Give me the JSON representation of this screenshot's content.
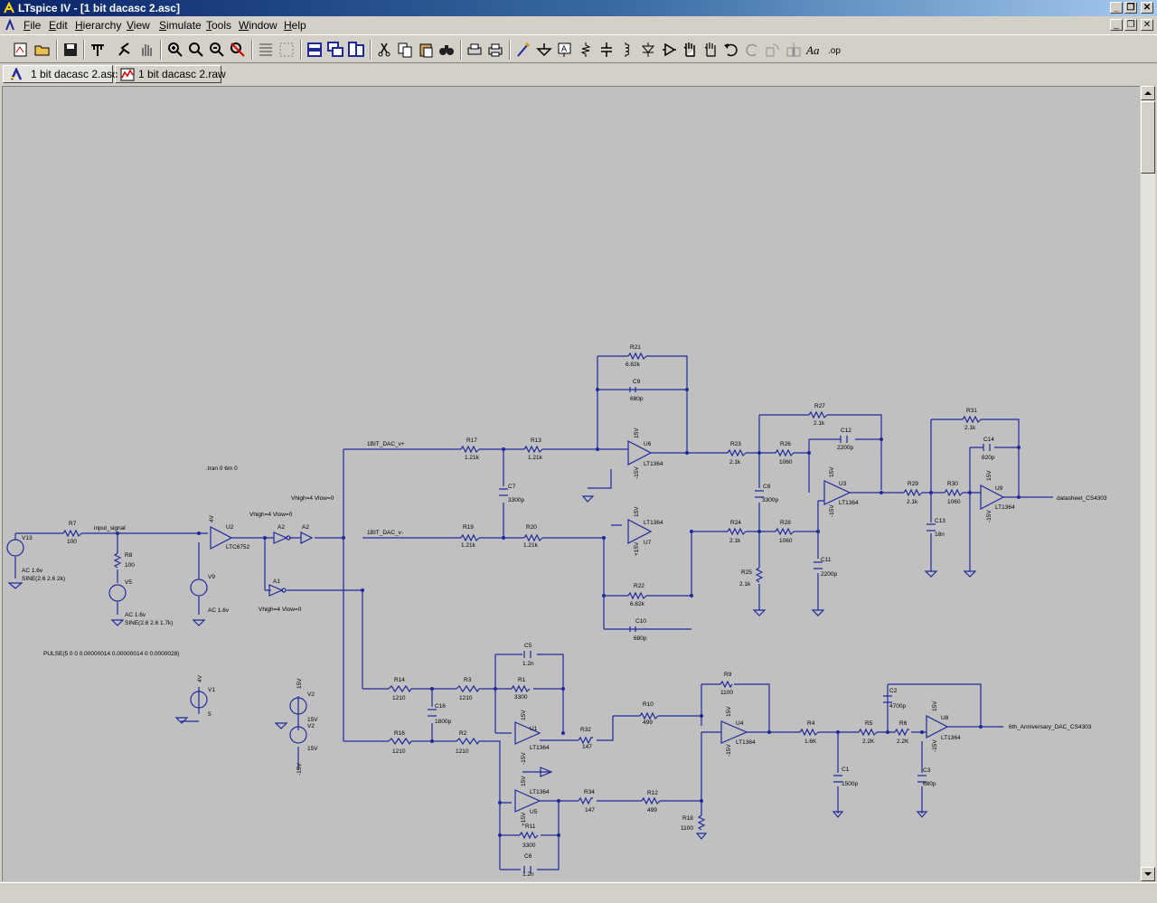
{
  "window": {
    "title": "LTspice IV - [1 bit dacasc 2.asc]",
    "buttons": [
      "minimize",
      "restore",
      "close"
    ]
  },
  "menubar": {
    "items": [
      "File",
      "Edit",
      "Hierarchy",
      "View",
      "Simulate",
      "Tools",
      "Window",
      "Help"
    ]
  },
  "toolbar": {
    "icons": [
      "new-schematic-icon",
      "open-icon",
      "save-icon",
      "control-panel-icon",
      "run-icon",
      "halt-icon",
      "zoom-in-icon",
      "zoom-area-icon",
      "zoom-out-icon",
      "zoom-cancel-icon",
      "autorange-icon",
      "grid-icon",
      "tile-horizontal-icon",
      "cascade-icon",
      "tile-vertical-icon",
      "cut-icon",
      "copy-icon",
      "paste-icon",
      "find-icon",
      "print-setup-icon",
      "print-icon",
      "wire-icon",
      "ground-icon",
      "label-net-icon",
      "resistor-icon",
      "capacitor-icon",
      "inductor-icon",
      "diode-icon",
      "component-icon",
      "move-icon",
      "drag-icon",
      "undo-icon",
      "redo-icon",
      "rotate-icon",
      "mirror-icon",
      "text-icon",
      "spice-directive-icon"
    ]
  },
  "tabs": [
    {
      "label": "1 bit dacasc 2.asc",
      "icon": "schematic-icon",
      "active": true
    },
    {
      "label": "1 bit dacasc 2.raw",
      "icon": "waveform-icon",
      "active": false
    }
  ],
  "schematic": {
    "wire_color": "#1e2a9a",
    "background": "#c0c0c0",
    "components": {
      "V13": {
        "ref": "V13",
        "line1": "AC 1.6v",
        "line2": "SINE(2.6 2.6 2k)"
      },
      "R7": {
        "ref": "R7",
        "value": "100"
      },
      "R8": {
        "ref": "R8",
        "value": "100"
      },
      "V5": {
        "ref": "V5",
        "line1": "AC 1.6v",
        "line2": "SINE(2.6 2.6 1.7k)"
      },
      "V9": {
        "ref": "V9",
        "line1": "AC 1.6v"
      },
      "U2": {
        "ref": "U2",
        "model": "LTC6752"
      },
      "A2a": {
        "ref": "A2"
      },
      "A2b": {
        "ref": "A2"
      },
      "A1": {
        "ref": "A1"
      },
      "R17": {
        "ref": "R17",
        "value": "1.21k"
      },
      "R13": {
        "ref": "R13",
        "value": "1.21k"
      },
      "R19": {
        "ref": "R19",
        "value": "1.21k"
      },
      "R20": {
        "ref": "R20",
        "value": "1.21k"
      },
      "C7": {
        "ref": "C7",
        "value": "3300p"
      },
      "R21top": {
        "ref": "R21",
        "value": "6.82k"
      },
      "C9": {
        "ref": "C9",
        "value": "680p"
      },
      "U6": {
        "ref": "U6",
        "model": "LT1364"
      },
      "U7": {
        "ref": "U7",
        "model": "LT1364"
      },
      "R22": {
        "ref": "R22",
        "value": "6.82k"
      },
      "C10": {
        "ref": "C10",
        "value": "680p"
      },
      "R23": {
        "ref": "R23",
        "value": "2.1k"
      },
      "R24": {
        "ref": "R24",
        "value": "2.1k"
      },
      "R25": {
        "ref": "R25",
        "value": "2.1k"
      },
      "C8": {
        "ref": "C8",
        "value": "3300p"
      },
      "R26": {
        "ref": "R26",
        "value": "1060"
      },
      "R28": {
        "ref": "R28",
        "value": "1060"
      },
      "R27": {
        "ref": "R27",
        "value": "2.1k"
      },
      "C12": {
        "ref": "C12",
        "value": "2200p"
      },
      "C11": {
        "ref": "C11",
        "value": "2200p"
      },
      "U3": {
        "ref": "U3",
        "model": "LT1364"
      },
      "R29": {
        "ref": "R29",
        "value": "2.1k"
      },
      "C13": {
        "ref": "C13",
        "value": "18n"
      },
      "R30": {
        "ref": "R30",
        "value": "1060"
      },
      "R31": {
        "ref": "R31",
        "value": "2.1k"
      },
      "C14": {
        "ref": "C14",
        "value": "820p"
      },
      "U9": {
        "ref": "U9",
        "model": "LT1364"
      },
      "R14": {
        "ref": "R14",
        "value": "1210"
      },
      "R16": {
        "ref": "R16",
        "value": "1210"
      },
      "R3": {
        "ref": "R3",
        "value": "1210"
      },
      "R2": {
        "ref": "R2",
        "value": "1210"
      },
      "C16": {
        "ref": "C16",
        "value": "1800p"
      },
      "C5": {
        "ref": "C5",
        "value": "1.2n"
      },
      "R1": {
        "ref": "R1",
        "value": "3300"
      },
      "U1": {
        "ref": "U1",
        "model": "LT1364"
      },
      "U5": {
        "ref": "U5",
        "model": "LT1364"
      },
      "R11": {
        "ref": "R11",
        "value": "3300"
      },
      "C6": {
        "ref": "C6",
        "value": "1.2n"
      },
      "R32": {
        "ref": "R32",
        "value": "147"
      },
      "R34": {
        "ref": "R34",
        "value": "147"
      },
      "R10": {
        "ref": "R10",
        "value": "499"
      },
      "R12": {
        "ref": "R12",
        "value": "499"
      },
      "R9": {
        "ref": "R9",
        "value": "1100"
      },
      "R18": {
        "ref": "R18",
        "value": "1100"
      },
      "U4": {
        "ref": "U4",
        "model": "LT1364"
      },
      "R4": {
        "ref": "R4",
        "value": "1.6K"
      },
      "C1": {
        "ref": "C1",
        "value": "1500p"
      },
      "R5": {
        "ref": "R5",
        "value": "2.2K"
      },
      "R6": {
        "ref": "R6",
        "value": "2.2K"
      },
      "C2": {
        "ref": "C2",
        "value": "4700p"
      },
      "C3": {
        "ref": "C3",
        "value": "680p"
      },
      "U8": {
        "ref": "U8",
        "model": "LT1364"
      },
      "V1": {
        "ref": "V1",
        "value": "5"
      },
      "V2a": {
        "ref": "V2",
        "value": "15V"
      },
      "V2b": {
        "ref": "V2",
        "value": "15V"
      }
    },
    "nets": {
      "input": "input_signal",
      "dac_pos": "1BIT_DAC_v+",
      "dac_neg": "1BIT_DAC_v-",
      "out1": "datasheet_CS4303",
      "out2": "6th_Anniversary_DAC_CS4303"
    },
    "supply": {
      "p4v": "4V",
      "p15": "15V",
      "m15": "-15V",
      "pm15": "+15V",
      "p15c": "+15V"
    },
    "directives": {
      "tran": ".tran 0 6m 0",
      "vhigh1": "Vhigh=4 Vlow=0",
      "vhigh2": "Vhigh=4 Vlow=0",
      "vhigh3": "Vhigh=4 Vlow=0",
      "pulse": "PULSE(5 0 0 0.00000014 0.00000014 0 0.0000028)"
    }
  }
}
